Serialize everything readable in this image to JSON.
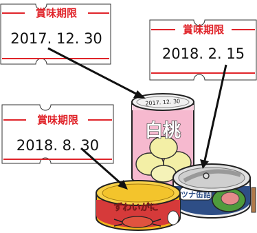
{
  "colors": {
    "label_red": "#e0242a",
    "label_text": "#111111",
    "arrow": "#111111",
    "peach_can_pink": "#f6b9cf",
    "peach_fruit": "#f3efa6",
    "crab_can_yellow": "#f2b51c",
    "crab_band_red": "#d63a3a",
    "tuna_band_blue": "#2e4e86",
    "tuna_green": "#4f9b3c"
  },
  "labels": [
    {
      "title": "賞味期限",
      "date": "2017. 12. 30"
    },
    {
      "title": "賞味期限",
      "date": "2018. 2. 15"
    },
    {
      "title": "賞味期限",
      "date": "2018. 8. 30"
    }
  ],
  "cans": {
    "peach": {
      "lid_date": "2017. 12. 30",
      "name": "白桃"
    },
    "crab": {
      "name": "ずわいがに"
    },
    "tuna": {
      "name": "ツナ缶詰"
    }
  }
}
